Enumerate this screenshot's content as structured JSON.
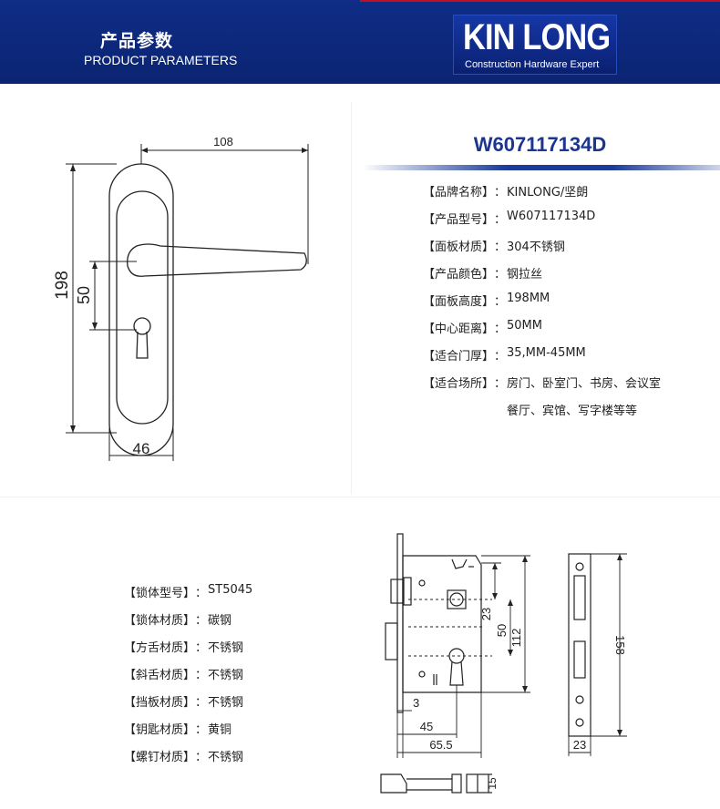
{
  "banner": {
    "title_cn": "产品参数",
    "title_en": "PRODUCT PARAMETERS",
    "logo_main": "KIN LONG",
    "logo_sub": "Construction Hardware Expert"
  },
  "product": {
    "model": "W607117134D",
    "specs": [
      {
        "key": "【品牌名称】",
        "sep": "：",
        "value": "KINLONG/坚朗"
      },
      {
        "key": "【产品型号】",
        "sep": "：",
        "value": "W607117134D"
      },
      {
        "key": "【面板材质】",
        "sep": "：",
        "value": "304不锈钢"
      },
      {
        "key": "【产品颜色】",
        "sep": "：",
        "value": "钢拉丝"
      },
      {
        "key": "【面板高度】",
        "sep": "：",
        "value": "198MM"
      },
      {
        "key": "【中心距离】",
        "sep": "：",
        "value": "50MM"
      },
      {
        "key": "【适合门厚】",
        "sep": "：",
        "value": "35,MM-45MM"
      },
      {
        "key": "【适合场所】",
        "sep": "：",
        "value": "房门、卧室门、书房、会议室"
      }
    ],
    "spec_continuation": "餐厅、宾馆、写字楼等等"
  },
  "handle_drawing": {
    "dim_width_top": "108",
    "dim_height": "198",
    "dim_center": "50",
    "dim_width_bottom": "46"
  },
  "lock": {
    "specs": [
      {
        "key": "【锁体型号】",
        "sep": "：",
        "value": "ST5045"
      },
      {
        "key": "【锁体材质】",
        "sep": "：",
        "value": "碳钢"
      },
      {
        "key": "【方舌材质】",
        "sep": "：",
        "value": "不锈钢"
      },
      {
        "key": "【斜舌材质】",
        "sep": "：",
        "value": "不锈钢"
      },
      {
        "key": "【挡板材质】",
        "sep": "：",
        "value": "不锈钢"
      },
      {
        "key": "【钥匙材质】",
        "sep": "：",
        "value": "黄铜"
      },
      {
        "key": "【螺钉材质】",
        "sep": "：",
        "value": "不锈钢"
      }
    ]
  },
  "lock_drawing": {
    "dim_23_top": "23",
    "dim_50": "50",
    "dim_112": "112",
    "dim_3": "3",
    "dim_45": "45",
    "dim_65_5": "65.5",
    "dim_158": "158",
    "dim_23_plate": "23",
    "dim_15": "15"
  },
  "colors": {
    "banner_blue": "#0f2d86",
    "model_blue": "#1c3590",
    "accent_red": "#c0121e"
  }
}
